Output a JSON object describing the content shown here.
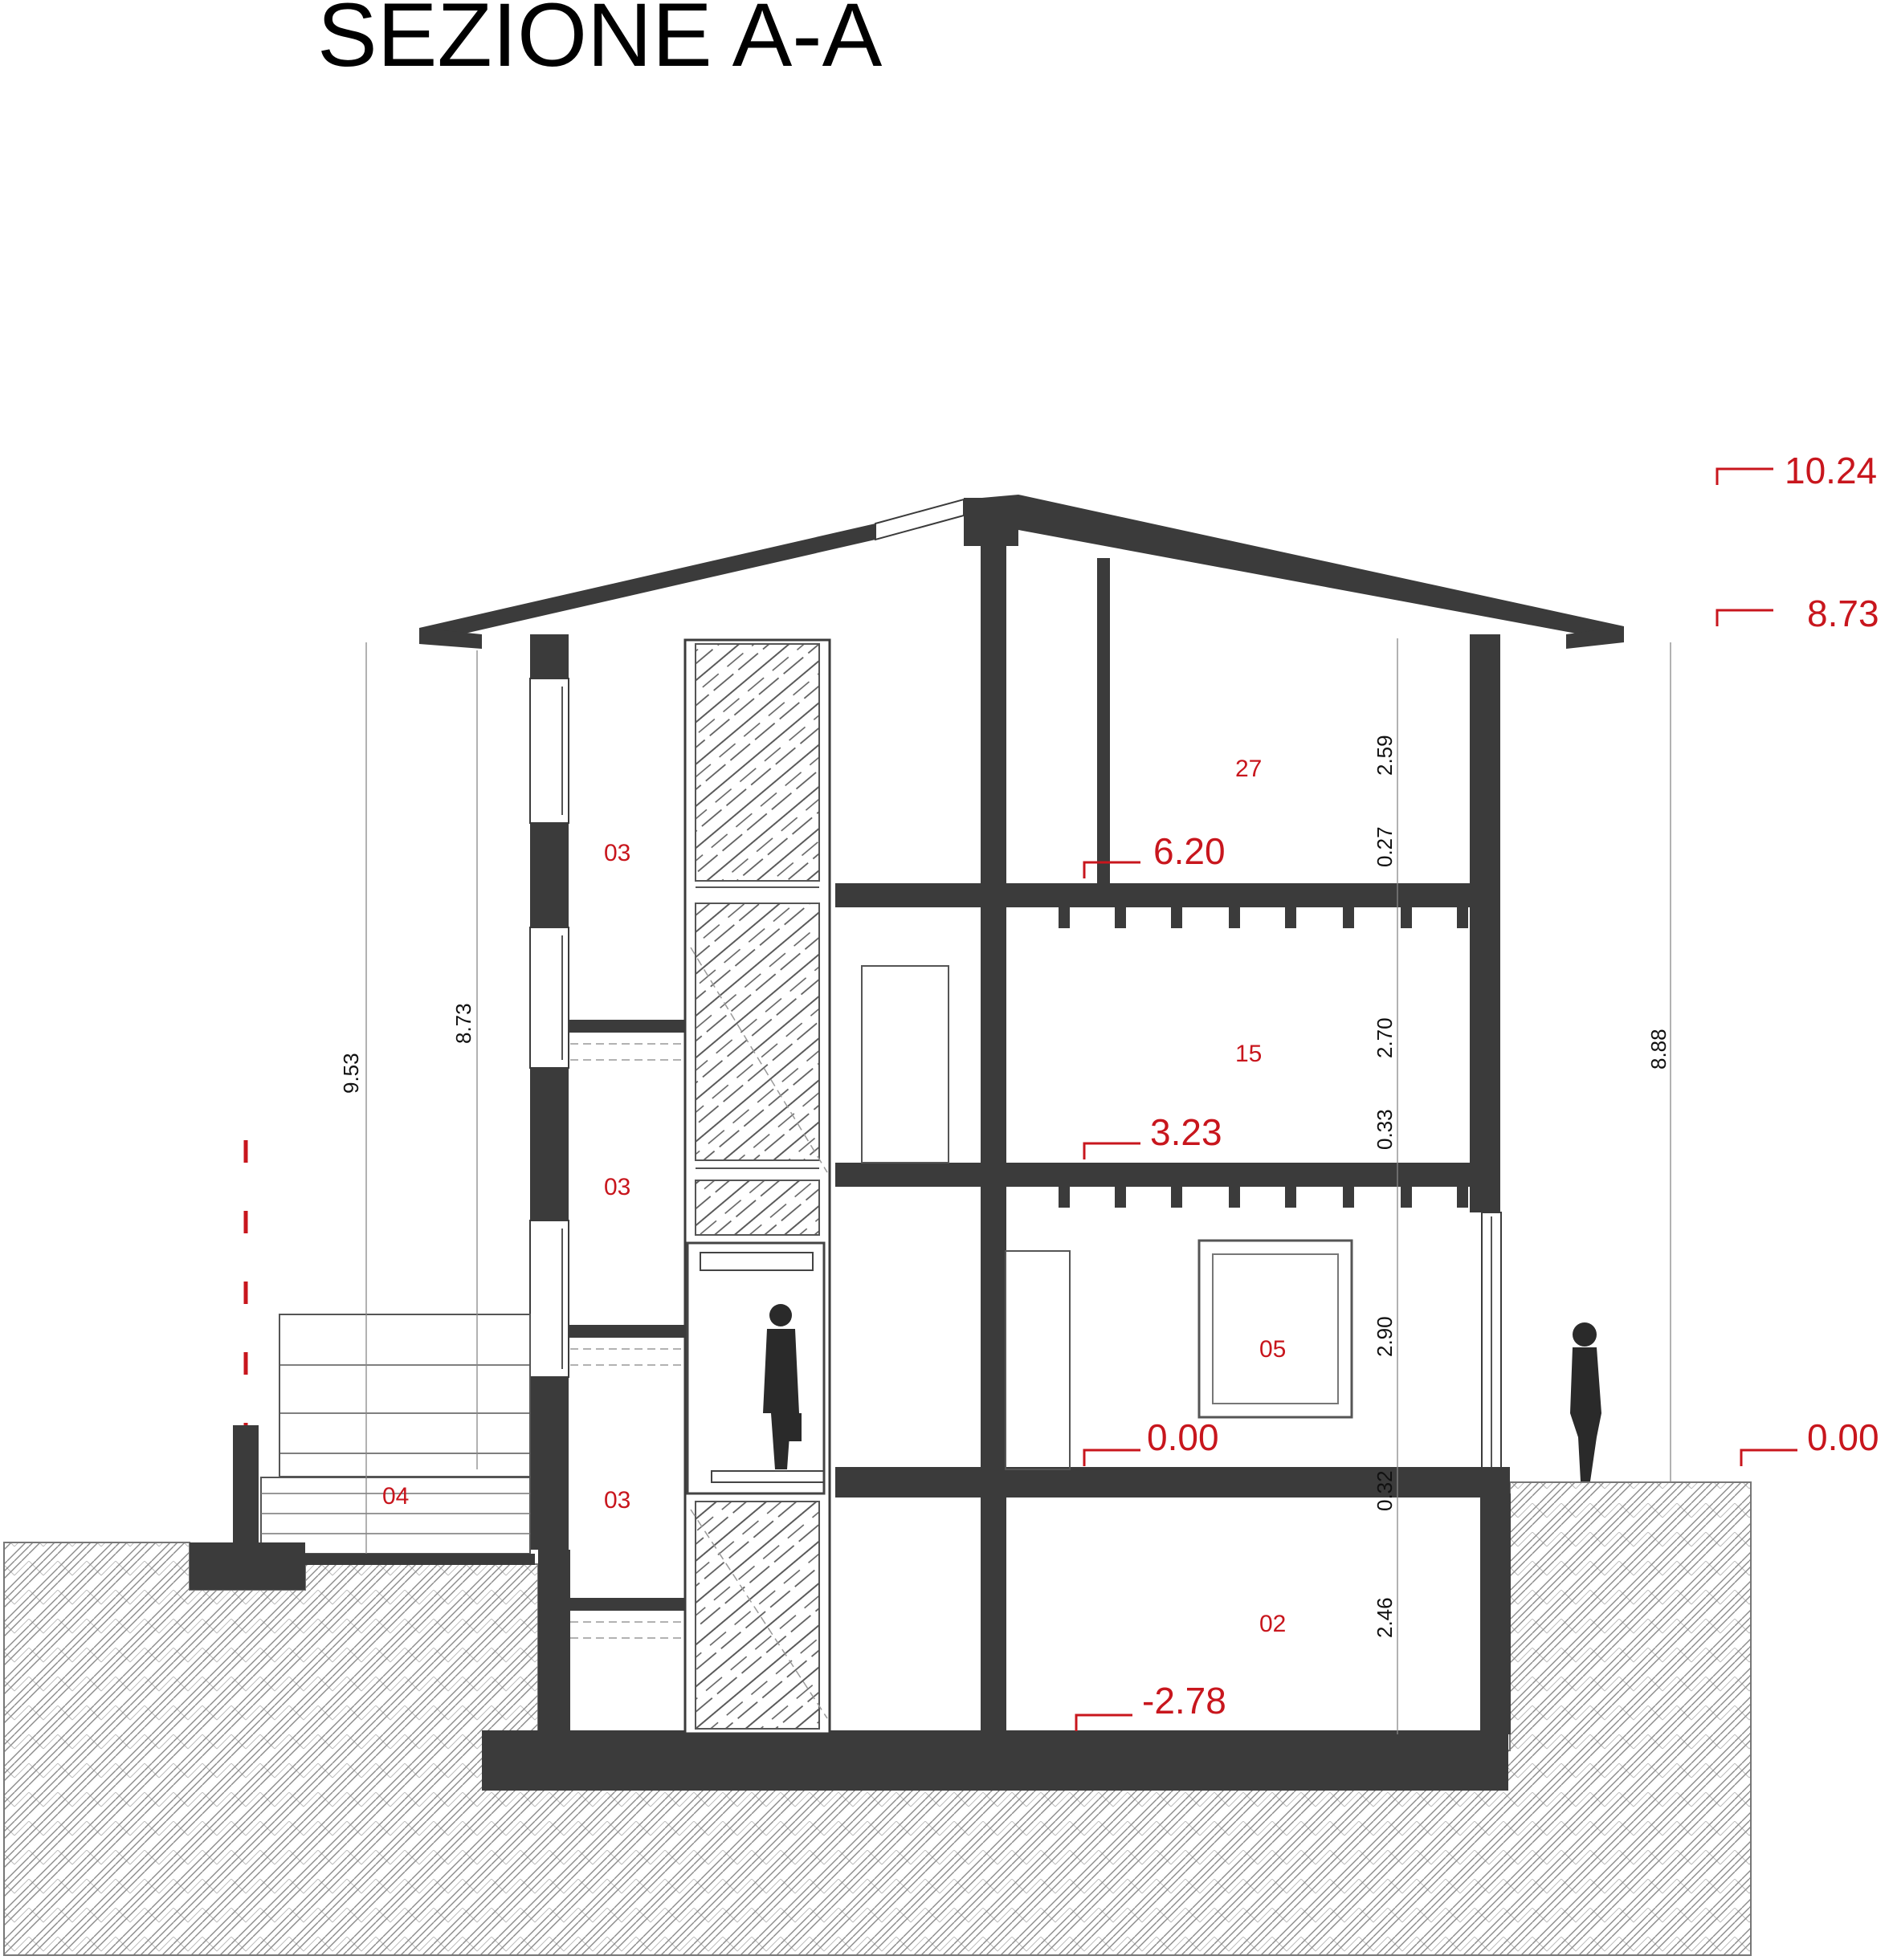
{
  "title": "SEZIONE A-A",
  "levels": [
    {
      "id": "roof-top",
      "label": "10.24"
    },
    {
      "id": "eaves",
      "label": "8.73"
    },
    {
      "id": "second-floor",
      "label": "6.20"
    },
    {
      "id": "first-floor",
      "label": "3.23"
    },
    {
      "id": "ground-floor",
      "label": "0.00"
    },
    {
      "id": "ground-exterior",
      "label": "0.00"
    },
    {
      "id": "basement",
      "label": "-2.78"
    }
  ],
  "rooms": [
    {
      "id": "attic",
      "label": "27"
    },
    {
      "id": "first-floor-room",
      "label": "15"
    },
    {
      "id": "ground-floor-room",
      "label": "05"
    },
    {
      "id": "basement-room",
      "label": "02"
    },
    {
      "id": "stair-upper",
      "label": "03"
    },
    {
      "id": "stair-middle",
      "label": "03"
    },
    {
      "id": "stair-lower",
      "label": "03"
    },
    {
      "id": "entrance-porch",
      "label": "04"
    }
  ],
  "dimensions": {
    "left_total": "9.53",
    "left_eaves": "8.73",
    "right_total": "8.88",
    "attic_height": "2.59",
    "slab_2": "0.27",
    "first_floor_height": "2.70",
    "slab_1": "0.33",
    "ground_floor_height": "2.90",
    "slab_0": "0.32",
    "basement_height": "2.46"
  },
  "colors": {
    "structure": "#3b3b3b",
    "level_marker": "#c8161d",
    "hatch": "#6b6b6b",
    "figure": "#2a2a2a"
  }
}
